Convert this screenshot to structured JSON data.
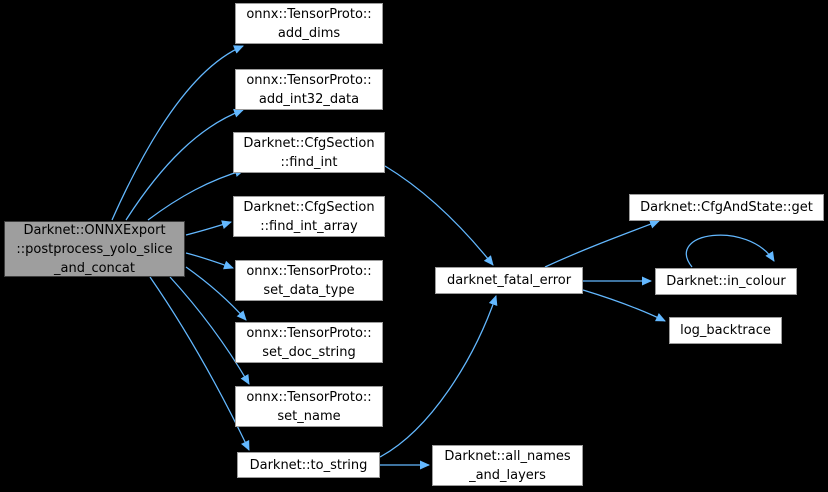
{
  "diagram": {
    "type": "call-graph",
    "colors": {
      "background": "#000000",
      "edge": "#63b8ff",
      "node_fill": "#ffffff",
      "node_border": "#9c9c9c",
      "focus_node_fill": "#9e9e9e",
      "focus_node_border": "#3d3d3d",
      "text": "#000000"
    },
    "nodes": {
      "postprocess": {
        "label": "Darknet::ONNXExport\n::postprocess_yolo_slice\n_and_concat",
        "focus": true
      },
      "add_dims": {
        "label": "onnx::TensorProto::\nadd_dims"
      },
      "add_int32_data": {
        "label": "onnx::TensorProto::\nadd_int32_data"
      },
      "find_int": {
        "label": "Darknet::CfgSection\n::find_int"
      },
      "find_int_array": {
        "label": "Darknet::CfgSection\n::find_int_array"
      },
      "set_data_type": {
        "label": "onnx::TensorProto::\nset_data_type"
      },
      "set_doc_string": {
        "label": "onnx::TensorProto::\nset_doc_string"
      },
      "set_name": {
        "label": "onnx::TensorProto::\nset_name"
      },
      "to_string": {
        "label": "Darknet::to_string"
      },
      "darknet_fatal_error": {
        "label": "darknet_fatal_error"
      },
      "all_names_and_layers": {
        "label": "Darknet::all_names\n_and_layers"
      },
      "cfg_and_state_get": {
        "label": "Darknet::CfgAndState::get"
      },
      "in_colour": {
        "label": "Darknet::in_colour"
      },
      "log_backtrace": {
        "label": "log_backtrace"
      }
    },
    "edges": [
      {
        "from": "postprocess",
        "to": "add_dims"
      },
      {
        "from": "postprocess",
        "to": "add_int32_data"
      },
      {
        "from": "postprocess",
        "to": "find_int"
      },
      {
        "from": "postprocess",
        "to": "find_int_array"
      },
      {
        "from": "postprocess",
        "to": "set_data_type"
      },
      {
        "from": "postprocess",
        "to": "set_doc_string"
      },
      {
        "from": "postprocess",
        "to": "set_name"
      },
      {
        "from": "postprocess",
        "to": "to_string"
      },
      {
        "from": "find_int",
        "to": "darknet_fatal_error"
      },
      {
        "from": "to_string",
        "to": "darknet_fatal_error"
      },
      {
        "from": "to_string",
        "to": "all_names_and_layers"
      },
      {
        "from": "darknet_fatal_error",
        "to": "cfg_and_state_get"
      },
      {
        "from": "darknet_fatal_error",
        "to": "in_colour"
      },
      {
        "from": "darknet_fatal_error",
        "to": "log_backtrace"
      },
      {
        "from": "in_colour",
        "to": "in_colour"
      }
    ]
  }
}
